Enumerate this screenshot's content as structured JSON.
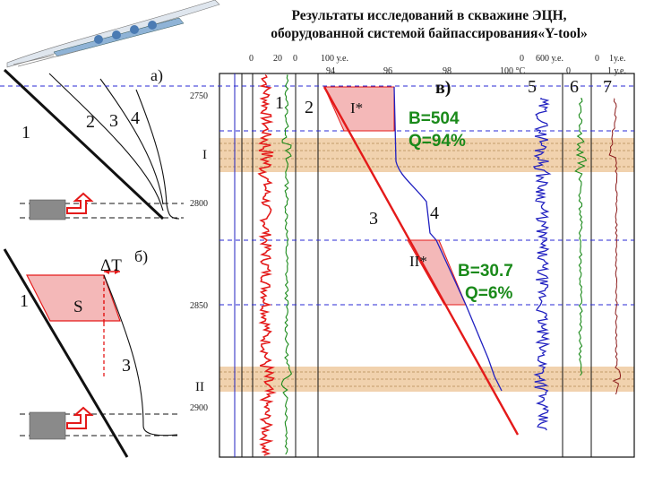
{
  "title": {
    "line1": "Результаты исследований в скважине ЭЦН,",
    "line2": "оборудованной системой байпассирования«Y-tool»"
  },
  "panel_a": {
    "label": "а)",
    "curve_labels": [
      "1",
      "2",
      "3",
      "4"
    ]
  },
  "panel_b": {
    "label": "б)",
    "delta_t": "ΔT",
    "s_label": "S",
    "curve_labels": [
      "1",
      "3"
    ]
  },
  "panel_c": {
    "label": "в)",
    "curve_numbers": [
      "1",
      "2",
      "3",
      "4",
      "5",
      "6",
      "7"
    ]
  },
  "depth_ticks": [
    "2750",
    "2800",
    "2850",
    "2900"
  ],
  "zones": {
    "upper": "I",
    "lower": "II"
  },
  "scales": {
    "s1_left": "0",
    "s1_right": "20",
    "s2_left": "0",
    "s2_right": "100 у.е.",
    "t_94": "94",
    "t_96": "96",
    "t_98": "98",
    "t_unit": "100 °C",
    "s5_left": "0",
    "s5_right": "600 у.е.",
    "s6_left": "0",
    "s7_left": "0",
    "s7_right": "1у.е.",
    "s7_right2": "1 у.е."
  },
  "annotations": {
    "i_star": "I*",
    "ii_star": "II*",
    "b_upper": "B=504",
    "q_upper": "Q=94%",
    "b_lower": "B=30.7",
    "q_lower": "Q=6%"
  },
  "colors": {
    "fill": "#f4b8b8",
    "red": "#e41a1a",
    "blue": "#2020c0",
    "green": "#1a8a1a",
    "zone": "#f1d2ae",
    "dash": "#2a2ad4"
  }
}
